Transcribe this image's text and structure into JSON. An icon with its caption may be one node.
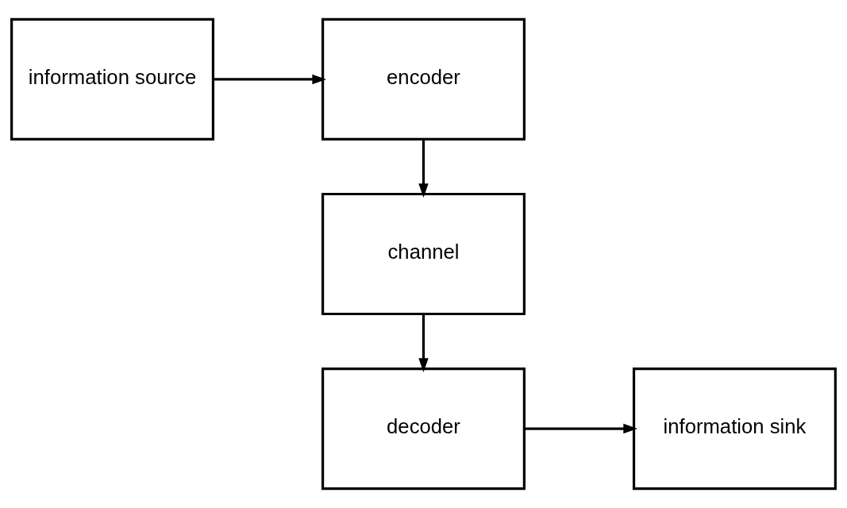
{
  "diagram": {
    "nodes": [
      {
        "text": [
          "information source"
        ]
      },
      {
        "text": [
          "encoder"
        ]
      },
      {
        "text": [
          "channel"
        ]
      },
      {
        "text": [
          "decoder"
        ]
      },
      {
        "text": [
          "information sink"
        ]
      }
    ],
    "edges": [
      {
        "from": 0,
        "to": 1,
        "arrow": "to"
      },
      {
        "from": 1,
        "to": 2,
        "arrow": "to"
      },
      {
        "from": 2,
        "to": 3,
        "arrow": "to"
      },
      {
        "from": 3,
        "to": 4,
        "arrow": "to"
      }
    ]
  }
}
